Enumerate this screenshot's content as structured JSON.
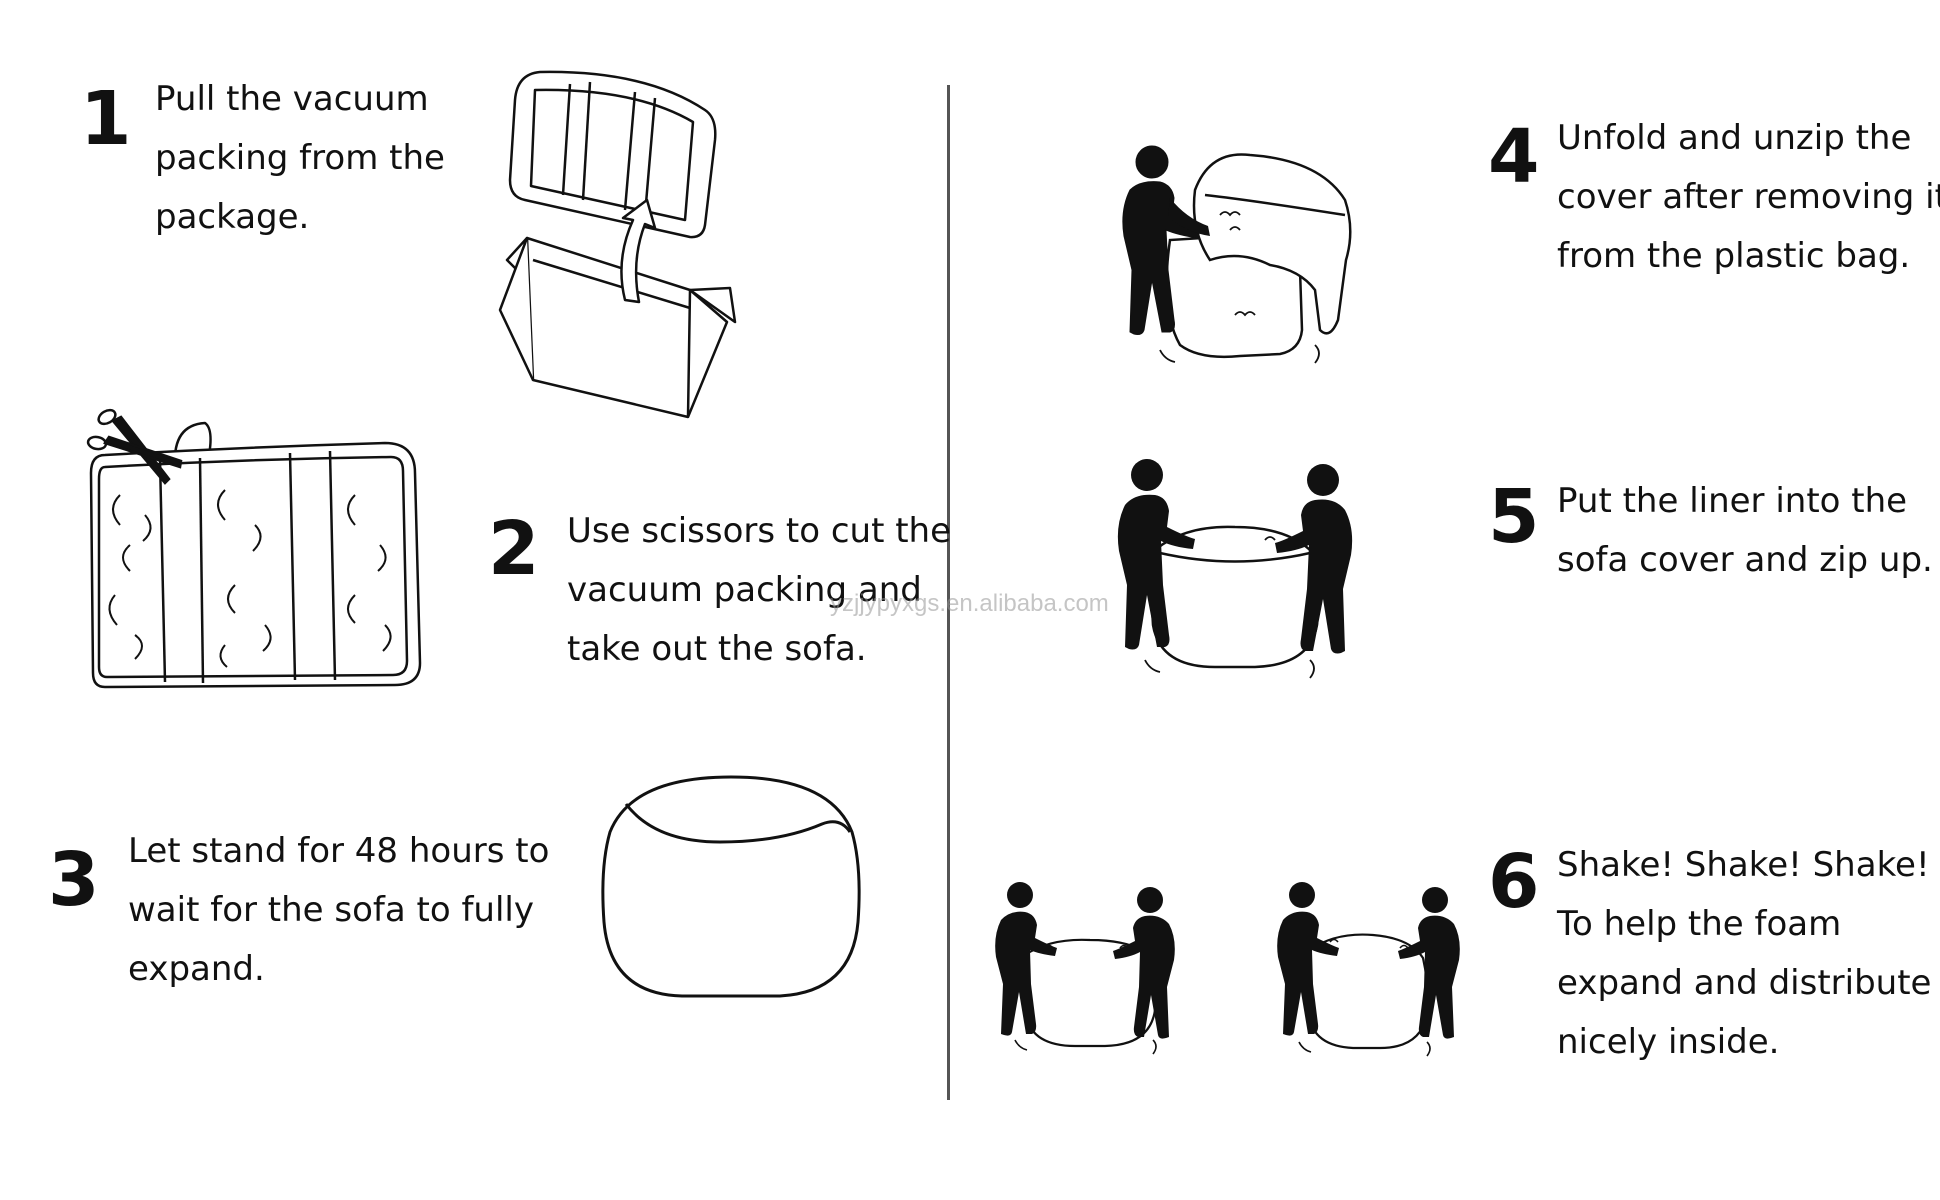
{
  "steps": [
    {
      "number": "1",
      "lines": [
        "Pull the vacuum",
        "packing from the",
        "package."
      ]
    },
    {
      "number": "2",
      "lines": [
        "Use scissors to cut the",
        "vacuum packing and",
        "take out the sofa."
      ]
    },
    {
      "number": "3",
      "lines": [
        "Let stand for 48 hours to",
        "wait for the sofa to fully",
        "expand."
      ]
    },
    {
      "number": "4",
      "lines": [
        "Unfold and unzip the",
        "cover after removing it",
        "from the plastic bag."
      ]
    },
    {
      "number": "5",
      "lines": [
        "Put the liner into the",
        "sofa cover and zip up."
      ]
    },
    {
      "number": "6",
      "lines": [
        "Shake! Shake! Shake!",
        "To help the foam",
        "expand and distribute",
        "nicely inside."
      ]
    }
  ],
  "watermark": "yzjjypyxgs.en.alibaba.com",
  "colors": {
    "ink": "#111111",
    "divider": "#555555",
    "background": "#ffffff"
  }
}
